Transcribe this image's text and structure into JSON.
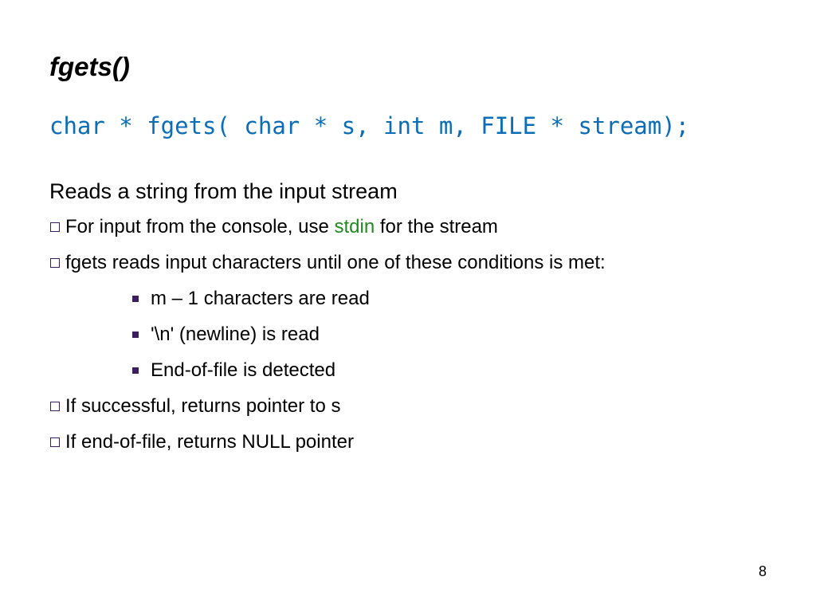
{
  "slide": {
    "title": "fgets()",
    "signature": "char * fgets( char * s, int m, FILE * stream);",
    "lead": "Reads a string from the input stream",
    "bullets": [
      {
        "pre": "For input from the console, use ",
        "highlight": "stdin",
        "post": " for the stream"
      },
      {
        "text": "fgets reads input characters until one of these conditions is met:"
      },
      {
        "text": "If successful, returns pointer to s"
      },
      {
        "text": "If end-of-file, returns NULL pointer"
      }
    ],
    "conditions": [
      "m – 1 characters are read",
      "'\\n' (newline) is read",
      "End-of-file is detected"
    ],
    "page_number": "8"
  },
  "colors": {
    "code": "#0a6db8",
    "highlight": "#1f8a1f",
    "bullet": "#3b1f5c"
  },
  "icons": {
    "level1_bullet": "hollow-square-bullet-icon",
    "level2_bullet": "filled-square-bullet-icon"
  }
}
